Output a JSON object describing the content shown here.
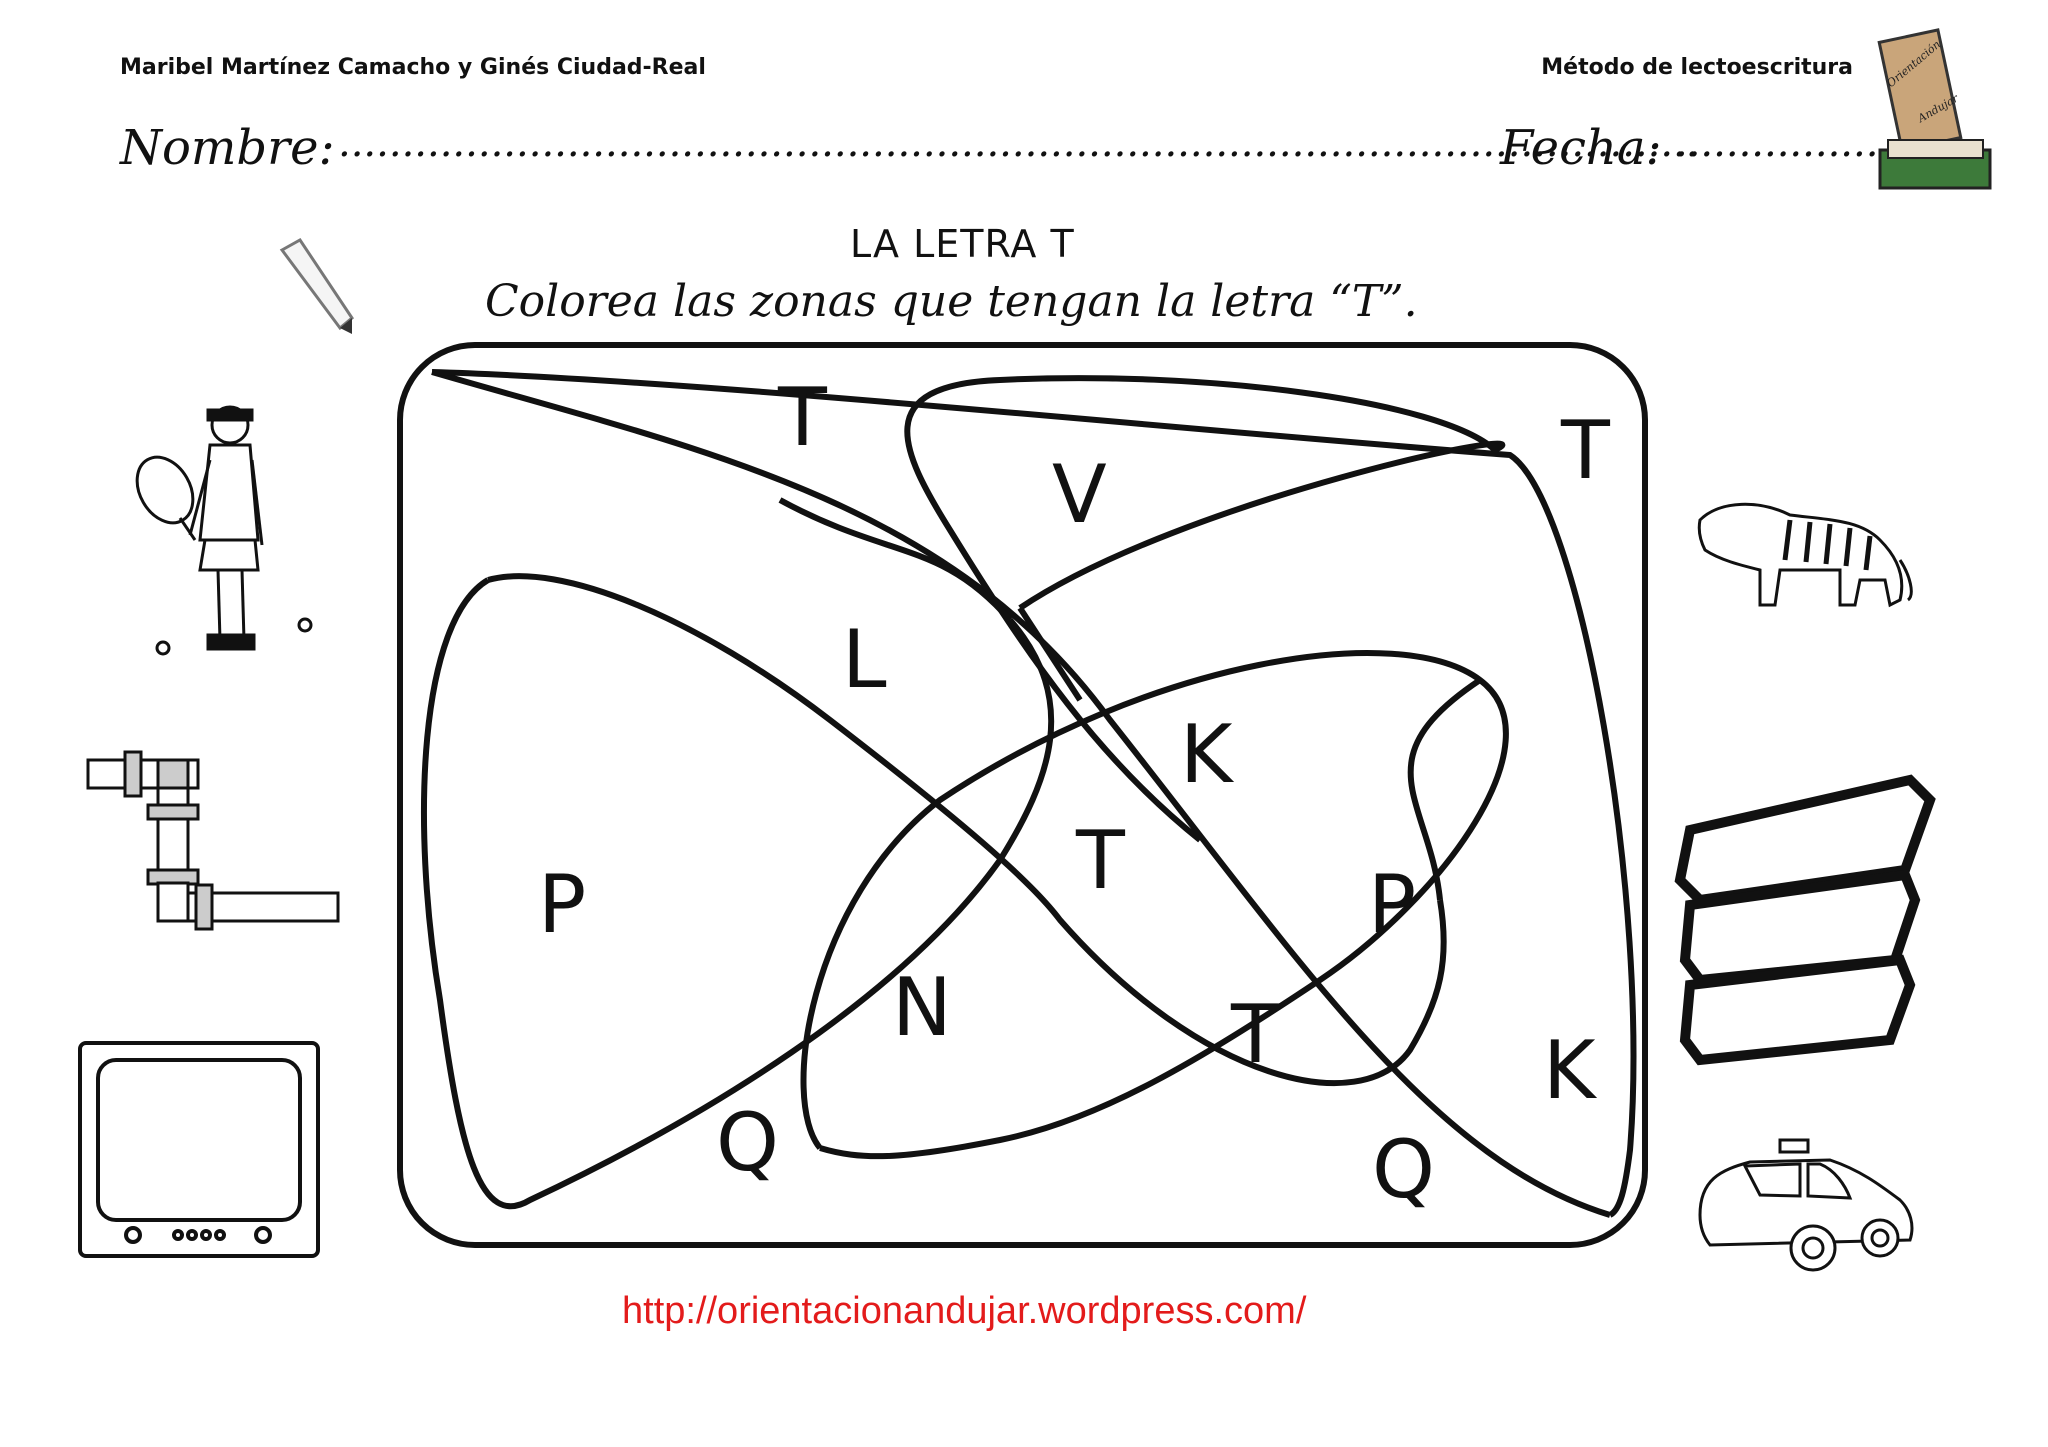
{
  "header": {
    "authors": "Maribel  Martínez Camacho y Ginés Ciudad-Real",
    "method": "Método de lectoescritura",
    "logo_text_top": "Orientación",
    "logo_text_bottom": "Andujar"
  },
  "form": {
    "name_label": "Nombre:",
    "name_dots": "...........................................................................................................",
    "date_label": "Fecha:",
    "date_dots": "..................."
  },
  "exercise": {
    "title": "LA LETRA T",
    "instruction": "Colorea las zonas que tengan la letra “T”.",
    "letters": [
      "T",
      "V",
      "T",
      "L",
      "K",
      "P",
      "T",
      "P",
      "N",
      "T",
      "K",
      "Q",
      "Q"
    ]
  },
  "pictures": {
    "left": [
      "tennis-player",
      "pipes",
      "television"
    ],
    "right": [
      "tiger",
      "toast",
      "taxi"
    ]
  },
  "footer": {
    "url": "http://orientacionandujar.wordpress.com/"
  }
}
